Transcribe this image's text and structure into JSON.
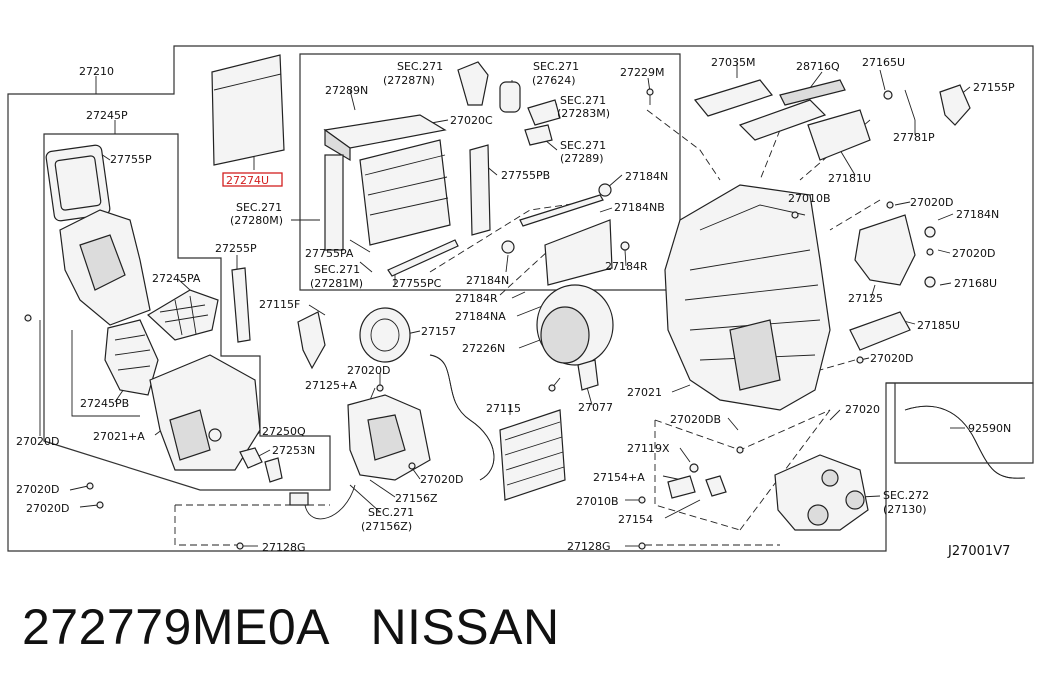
{
  "diagram": {
    "code": "J27001V7",
    "highlight_part": "27274U",
    "labels": [
      {
        "id": "l27210",
        "text": "27210"
      },
      {
        "id": "l27245P",
        "text": "27245P"
      },
      {
        "id": "l27755P",
        "text": "27755P"
      },
      {
        "id": "l27274U",
        "text": "27274U"
      },
      {
        "id": "lSEC27280",
        "text": "SEC.271"
      },
      {
        "id": "lSEC27280b",
        "text": "(27280M)"
      },
      {
        "id": "l27255P",
        "text": "27255P"
      },
      {
        "id": "l27245PA",
        "text": "27245PA"
      },
      {
        "id": "l27115F",
        "text": "27115F"
      },
      {
        "id": "l27245PB",
        "text": "27245PB"
      },
      {
        "id": "l27021A",
        "text": "27021+A"
      },
      {
        "id": "l27020D_a",
        "text": "27020D"
      },
      {
        "id": "l27250Q",
        "text": "27250Q"
      },
      {
        "id": "l27253N",
        "text": "27253N"
      },
      {
        "id": "l27020D_b",
        "text": "27020D"
      },
      {
        "id": "l27020D_c",
        "text": "27020D"
      },
      {
        "id": "l27128G_a",
        "text": "27128G"
      },
      {
        "id": "l27289N",
        "text": "27289N"
      },
      {
        "id": "lSEC27287",
        "text": "SEC.271"
      },
      {
        "id": "lSEC27287b",
        "text": "(27287N)"
      },
      {
        "id": "lSEC27624",
        "text": "SEC.271"
      },
      {
        "id": "lSEC27624b",
        "text": "(27624)"
      },
      {
        "id": "lSEC27283",
        "text": "SEC.271"
      },
      {
        "id": "lSEC27283b",
        "text": "(27283M)"
      },
      {
        "id": "lSEC27289",
        "text": "SEC.271"
      },
      {
        "id": "lSEC27289b",
        "text": "(27289)"
      },
      {
        "id": "l27020C",
        "text": "27020C"
      },
      {
        "id": "l27755PB",
        "text": "27755PB"
      },
      {
        "id": "l27755PA",
        "text": "27755PA"
      },
      {
        "id": "lSEC27281",
        "text": "SEC.271"
      },
      {
        "id": "lSEC27281b",
        "text": "(27281M)"
      },
      {
        "id": "l27755PC",
        "text": "27755PC"
      },
      {
        "id": "l27229M",
        "text": "27229M"
      },
      {
        "id": "l27184N_a",
        "text": "27184N"
      },
      {
        "id": "l27184NB",
        "text": "27184NB"
      },
      {
        "id": "l27184N_b",
        "text": "27184N"
      },
      {
        "id": "l27184R_a",
        "text": "27184R"
      },
      {
        "id": "l27184R_b",
        "text": "27184R"
      },
      {
        "id": "l27184NA",
        "text": "27184NA"
      },
      {
        "id": "l27157",
        "text": "27157"
      },
      {
        "id": "l27226N",
        "text": "27226N"
      },
      {
        "id": "l27020D_d",
        "text": "27020D"
      },
      {
        "id": "l27125A",
        "text": "27125+A"
      },
      {
        "id": "l27077",
        "text": "27077"
      },
      {
        "id": "l27115",
        "text": "27115"
      },
      {
        "id": "l27020D_e",
        "text": "27020D"
      },
      {
        "id": "l27156Z",
        "text": "27156Z"
      },
      {
        "id": "lSEC27156",
        "text": "SEC.271"
      },
      {
        "id": "lSEC27156b",
        "text": "(27156Z)"
      },
      {
        "id": "l27035M",
        "text": "27035M"
      },
      {
        "id": "l28716Q",
        "text": "28716Q"
      },
      {
        "id": "l27165U",
        "text": "27165U"
      },
      {
        "id": "l27155P",
        "text": "27155P"
      },
      {
        "id": "l27781P",
        "text": "27781P"
      },
      {
        "id": "l27181U",
        "text": "27181U"
      },
      {
        "id": "l27010B_a",
        "text": "27010B"
      },
      {
        "id": "l27020D_f",
        "text": "27020D"
      },
      {
        "id": "l27184N_c",
        "text": "27184N"
      },
      {
        "id": "l27020D_g",
        "text": "27020D"
      },
      {
        "id": "l27168U",
        "text": "27168U"
      },
      {
        "id": "l27125",
        "text": "27125"
      },
      {
        "id": "l27185U",
        "text": "27185U"
      },
      {
        "id": "l27020D_h",
        "text": "27020D"
      },
      {
        "id": "l27021",
        "text": "27021"
      },
      {
        "id": "l27020DB",
        "text": "27020DB"
      },
      {
        "id": "l27020",
        "text": "27020"
      },
      {
        "id": "l27119X",
        "text": "27119X"
      },
      {
        "id": "l27154A",
        "text": "27154+A"
      },
      {
        "id": "l27010B_b",
        "text": "27010B"
      },
      {
        "id": "l27154",
        "text": "27154"
      },
      {
        "id": "l27128G_b",
        "text": "27128G"
      },
      {
        "id": "lSEC27130",
        "text": "SEC.272"
      },
      {
        "id": "lSEC27130b",
        "text": "(27130)"
      },
      {
        "id": "l92590N",
        "text": "92590N"
      }
    ]
  },
  "caption": {
    "part_number": "272779ME0A",
    "brand": "NISSAN"
  }
}
